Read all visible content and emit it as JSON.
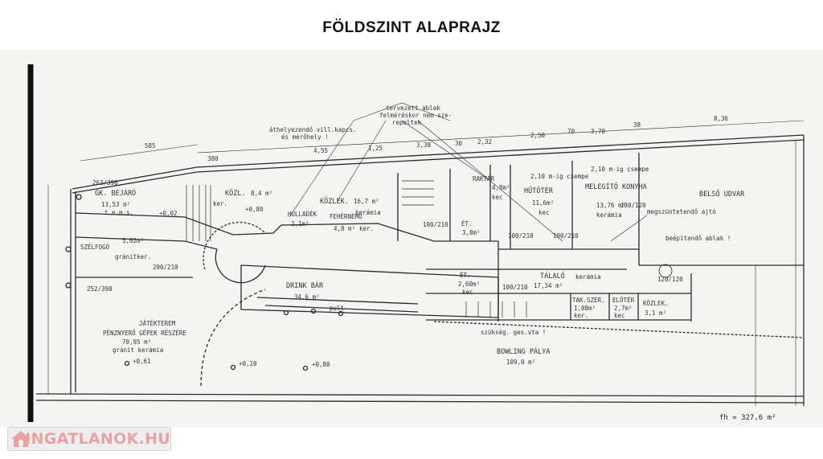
{
  "title": "FÖLDSZINT ALAPRAJZ",
  "logo": {
    "text": "INGATLANOK.HU",
    "color": "#e7a3a3"
  },
  "notes": {
    "windows": [
      "tervezett ablak",
      "felméréskor nem sze-",
      "repeltek"
    ],
    "switch": [
      "áthelyezendő vill.kapcs.",
      "és mérőhely !"
    ],
    "door_removal": "megszüntetendő ajtó",
    "window_install": "beépítendő ablak !",
    "total_area": "fh = 327,6 m²",
    "misc": "szükség. ges.vta !"
  },
  "dimensions_top": [
    "585",
    "380",
    "4,55",
    "1,25",
    "3,38",
    "30",
    "2,32",
    "2,50",
    "70",
    "3,70",
    "38",
    "8,36"
  ],
  "rooms": [
    {
      "name": "GK. BEJÁRÓ",
      "area": "13,53 m²",
      "floor": "t.e.m.s."
    },
    {
      "name": "KÖZL.",
      "area": "8,4 m²",
      "floor": "ker."
    },
    {
      "name": "KÖZLEK.",
      "area": "16,7 m²",
      "floor": "kerámia"
    },
    {
      "name": "SZÉLFOGÓ",
      "area": "5,02m²",
      "floor": "gránitker."
    },
    {
      "name": "HULLADÉK",
      "area": "2,1m²",
      "floor": ""
    },
    {
      "name": "FEHÉRNEMŰ",
      "area": "4,8 m²",
      "floor": "ker."
    },
    {
      "name": "DRINK BÁR",
      "area": "34,6 m²",
      "floor": "pult"
    },
    {
      "name": "JÁTÉKTEREM",
      "area": "70,95 m²",
      "floor": "gránit kerámia",
      "subtitle": "PÉNZNYERŐ GÉPEK RÉSZÉRE"
    },
    {
      "name": "RAKTÁR",
      "area": "4,8m²",
      "floor": "kec"
    },
    {
      "name": "HŰTŐTÉR",
      "area": "11,6m²",
      "floor": "kec",
      "note": "2,10 m-ig csempe"
    },
    {
      "name": "MELEGÍTŐ KONYHA",
      "area": "13,76 m²",
      "floor": "kerámia",
      "note": "2,10 m-ig csempe"
    },
    {
      "name": "BELSŐ UDVAR",
      "area": "",
      "floor": ""
    },
    {
      "name": "ÉT.",
      "area": "3,8m²",
      "floor": ""
    },
    {
      "name": "ÉT.",
      "area": "2,60m²",
      "floor": "kec"
    },
    {
      "name": "TÁLALÓ",
      "area": "17,34 m²",
      "floor": "kerámia"
    },
    {
      "name": "TAK.SZER.",
      "area": "1,08m²",
      "floor": "ker."
    },
    {
      "name": "ELŐTÉR",
      "area": "2,7m²",
      "floor": "kec"
    },
    {
      "name": "KÖZLEK.",
      "area": "3,1 m²",
      "floor": ""
    },
    {
      "name": "BOWLING PÁLYA",
      "area": "109,0 m²",
      "floor": ""
    }
  ],
  "openings": [
    "100/210",
    "100/210",
    "100/210",
    "180/120",
    "120/120",
    "200/210",
    "252/390",
    "263/390",
    "100/210"
  ],
  "levels": [
    "+0,80",
    "+0,80",
    "+0,10",
    "+0,02",
    "+0,61"
  ]
}
